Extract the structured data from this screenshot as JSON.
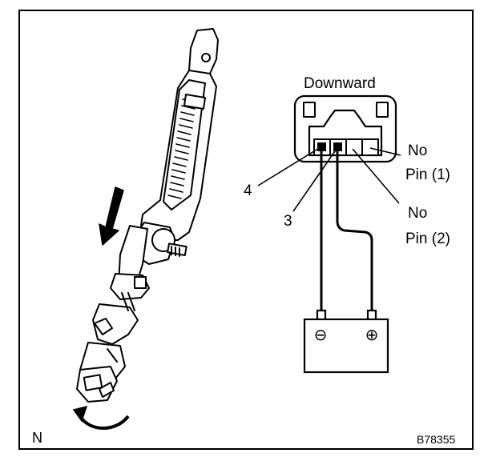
{
  "connector": {
    "orientation_label": "Downward",
    "pin_labels": {
      "pin4": "4",
      "pin3": "3",
      "no_pin_1": [
        "No",
        "Pin (1)"
      ],
      "no_pin_2": [
        "No",
        "Pin (2)"
      ]
    }
  },
  "battery": {
    "negative_symbol": "⊖",
    "positive_symbol": "⊕"
  },
  "corner_mark": "N",
  "figure_code": "B78355"
}
